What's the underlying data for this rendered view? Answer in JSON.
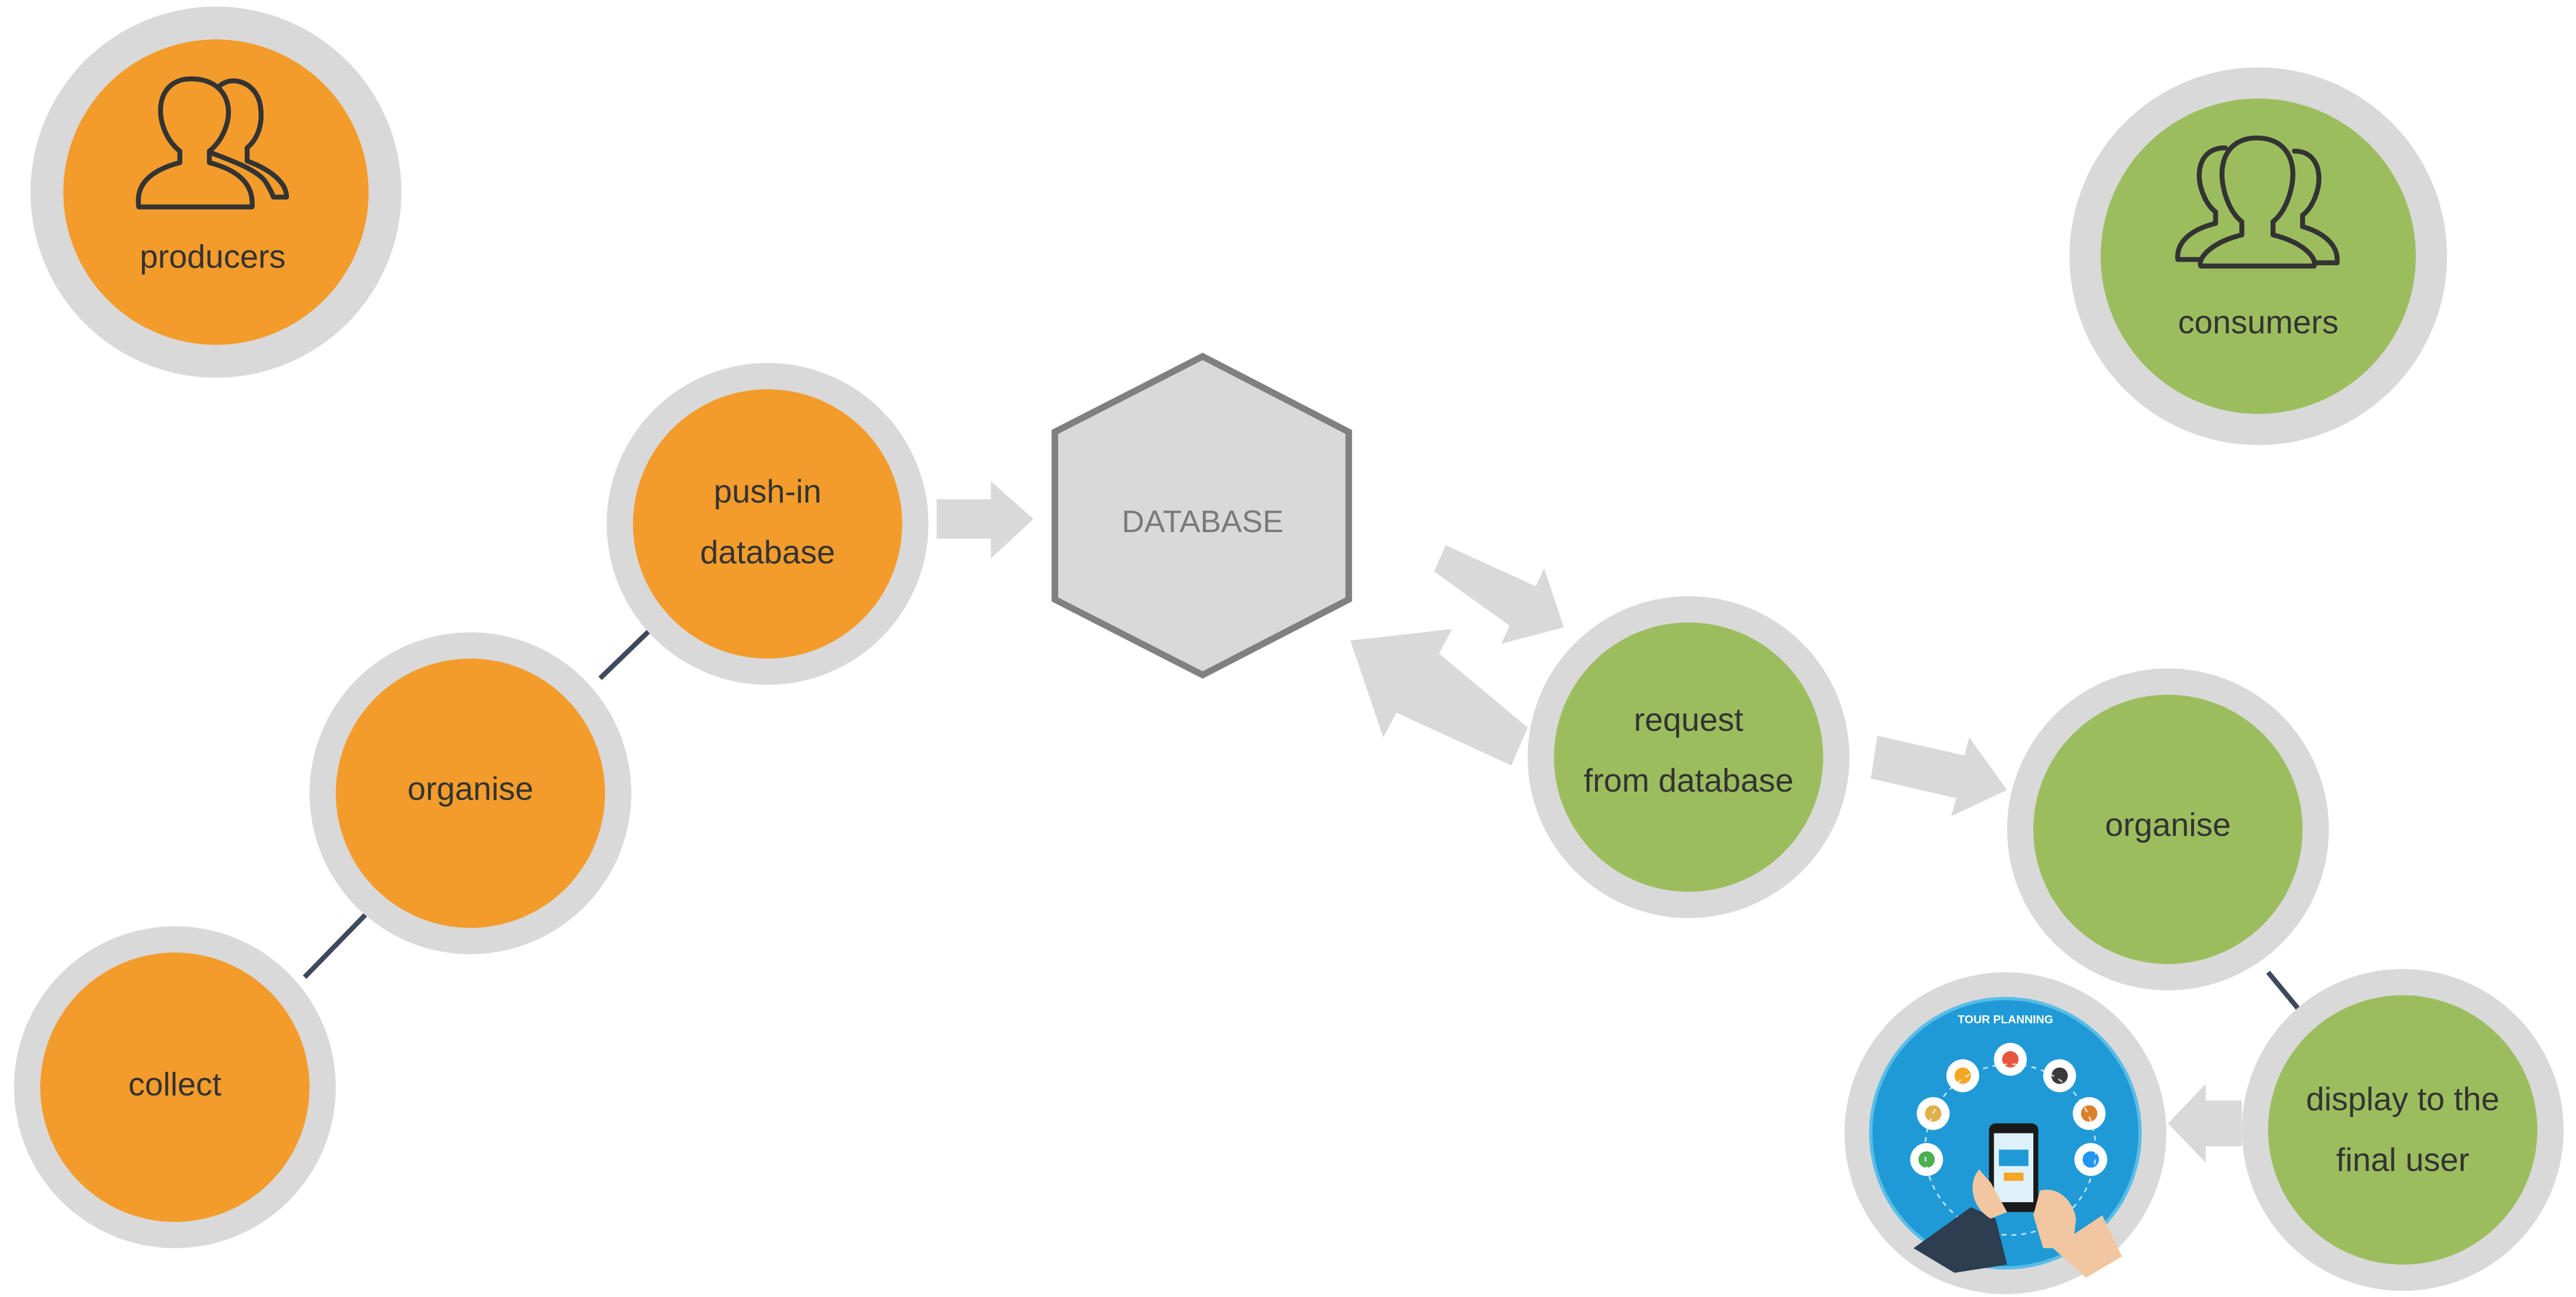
{
  "colors": {
    "orange": "#f39c2b",
    "green": "#9cbd5e",
    "ring": "#d9d9d9",
    "arrow": "#d9d9d9",
    "connector": "#3d4a5c",
    "text": "#333333",
    "database_fill": "#d9d9d9",
    "database_stroke": "#808080",
    "database_text": "#7a7a7a"
  },
  "groups": {
    "producers": {
      "label": "producers",
      "icon": "people-icon"
    },
    "consumers": {
      "label": "consumers",
      "icon": "people-icon"
    }
  },
  "producer_steps": {
    "collect": "collect",
    "organise": "organise",
    "push_line1": "push-in",
    "push_line2": "database"
  },
  "database": {
    "label": "DATABASE"
  },
  "consumer_steps": {
    "request_line1": "request",
    "request_line2": "from database",
    "organise": "organise",
    "display_line1": "display to the",
    "display_line2": "final user"
  },
  "tour_image": {
    "title": "TOUR PLANNING",
    "icon": "tour-planning-phone-icon"
  }
}
